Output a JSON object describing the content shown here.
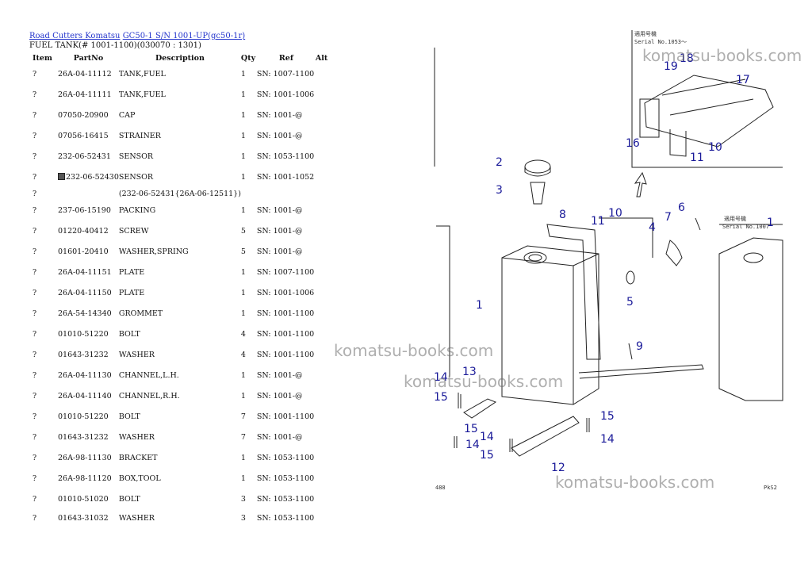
{
  "breadcrumb": {
    "link1": "Road Cutters Komatsu",
    "link2": "GC50-1 S/N 1001-UP(gc50-1r)"
  },
  "subtitle": "FUEL TANK(# 1001-1100)(030070 : 1301)",
  "table": {
    "headers": {
      "item": "Item",
      "partno": "PartNo",
      "description": "Description",
      "qty": "Qty",
      "ref": "Ref",
      "alt": "Alt"
    },
    "rows": [
      {
        "item": "?",
        "partno": "26A-04-11112",
        "description": "TANK,FUEL",
        "qty": "1",
        "ref": "SN: 1007-1100"
      },
      {
        "item": "?",
        "partno": "26A-04-11111",
        "description": "TANK,FUEL",
        "qty": "1",
        "ref": "SN: 1001-1006"
      },
      {
        "item": "?",
        "partno": "07050-20900",
        "description": "CAP",
        "qty": "1",
        "ref": "SN: 1001-@"
      },
      {
        "item": "?",
        "partno": "07056-16415",
        "description": "STRAINER",
        "qty": "1",
        "ref": "SN: 1001-@"
      },
      {
        "item": "?",
        "partno": "232-06-52431",
        "description": "SENSOR",
        "qty": "1",
        "ref": "SN: 1053-1100"
      },
      {
        "item": "?",
        "partno": "232-06-52430",
        "description": "SENSOR",
        "qty": "1",
        "ref": "SN: 1001-1052",
        "flag": true
      },
      {
        "item": "?",
        "partno": "",
        "description": "(232-06-52431{26A-06-12511})",
        "qty": "",
        "ref": ""
      },
      {
        "item": "?",
        "partno": "237-06-15190",
        "description": "PACKING",
        "qty": "1",
        "ref": "SN: 1001-@"
      },
      {
        "item": "?",
        "partno": "01220-40412",
        "description": "SCREW",
        "qty": "5",
        "ref": "SN: 1001-@"
      },
      {
        "item": "?",
        "partno": "01601-20410",
        "description": "WASHER,SPRING",
        "qty": "5",
        "ref": "SN: 1001-@"
      },
      {
        "item": "?",
        "partno": "26A-04-11151",
        "description": "PLATE",
        "qty": "1",
        "ref": "SN: 1007-1100"
      },
      {
        "item": "?",
        "partno": "26A-04-11150",
        "description": "PLATE",
        "qty": "1",
        "ref": "SN: 1001-1006"
      },
      {
        "item": "?",
        "partno": "26A-54-14340",
        "description": "GROMMET",
        "qty": "1",
        "ref": "SN: 1001-1100"
      },
      {
        "item": "?",
        "partno": "01010-51220",
        "description": "BOLT",
        "qty": "4",
        "ref": "SN: 1001-1100"
      },
      {
        "item": "?",
        "partno": "01643-31232",
        "description": "WASHER",
        "qty": "4",
        "ref": "SN: 1001-1100"
      },
      {
        "item": "?",
        "partno": "26A-04-11130",
        "description": "CHANNEL,L.H.",
        "qty": "1",
        "ref": "SN: 1001-@"
      },
      {
        "item": "?",
        "partno": "26A-04-11140",
        "description": "CHANNEL,R.H.",
        "qty": "1",
        "ref": "SN: 1001-@"
      },
      {
        "item": "?",
        "partno": "01010-51220",
        "description": "BOLT",
        "qty": "7",
        "ref": "SN: 1001-1100"
      },
      {
        "item": "?",
        "partno": "01643-31232",
        "description": "WASHER",
        "qty": "7",
        "ref": "SN: 1001-@"
      },
      {
        "item": "?",
        "partno": "26A-98-11130",
        "description": "BRACKET",
        "qty": "1",
        "ref": "SN: 1053-1100"
      },
      {
        "item": "?",
        "partno": "26A-98-11120",
        "description": "BOX,TOOL",
        "qty": "1",
        "ref": "SN: 1053-1100"
      },
      {
        "item": "?",
        "partno": "01010-51020",
        "description": "BOLT",
        "qty": "3",
        "ref": "SN: 1053-1100"
      },
      {
        "item": "?",
        "partno": "01643-31032",
        "description": "WASHER",
        "qty": "3",
        "ref": "SN: 1053-1100"
      }
    ]
  },
  "diagram": {
    "callouts": [
      "1",
      "2",
      "3",
      "4",
      "5",
      "6",
      "7",
      "8",
      "9",
      "10",
      "11",
      "12",
      "13",
      "14",
      "15",
      "16",
      "17",
      "18",
      "19"
    ],
    "inset_top_label": "適用号機",
    "inset_top_serial": "Serial No.1053～",
    "inset_right_label": "適用号機",
    "inset_right_serial": "Serial No.1007",
    "page_left": "488",
    "page_right": "PkS2"
  },
  "watermark": "komatsu-books.com"
}
